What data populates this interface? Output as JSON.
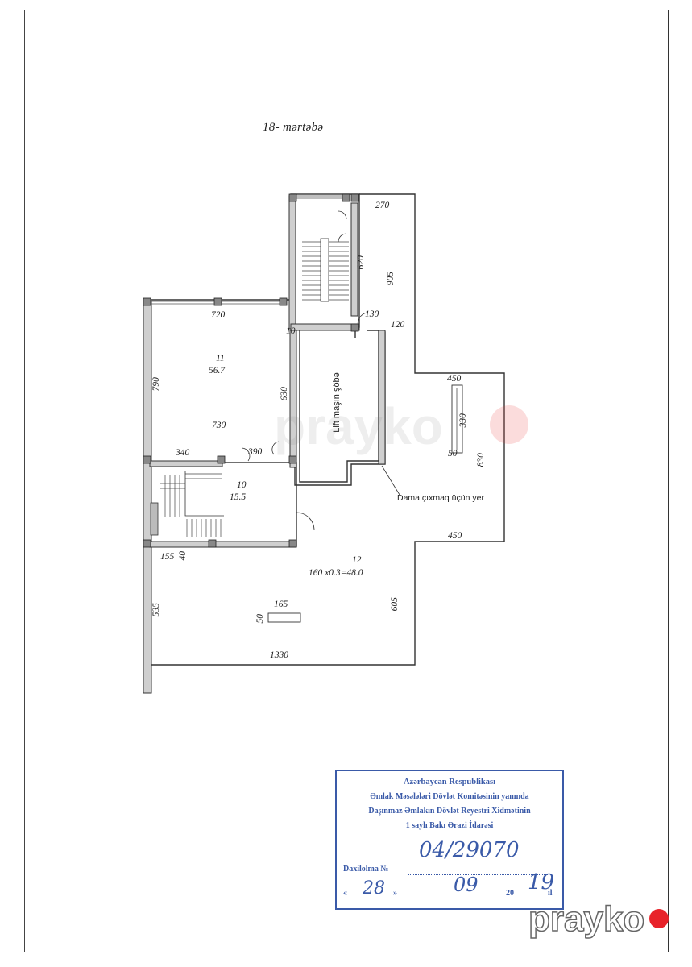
{
  "floor_title": "18- mərtəbə",
  "rooms": {
    "r11_number": "11",
    "r11_area": "56.7",
    "r10_number": "10",
    "r10_area": "15.5",
    "r12_number": "12",
    "r12_area": "160 x0.3=48.0",
    "lift": "Lift maşın şöbə"
  },
  "dims": {
    "d270": "270",
    "d905": "905",
    "d620": "620",
    "d720": "720",
    "d130": "130",
    "d120": "120",
    "d10": "10",
    "d790": "790",
    "d630": "630",
    "d730": "730",
    "d450a": "450",
    "d330": "330",
    "d50a": "50",
    "d830": "830",
    "d340": "340",
    "d390": "390",
    "d450b": "450",
    "d155": "155",
    "d40": "40",
    "d535": "535",
    "d605": "605",
    "d165": "165",
    "d50b": "50",
    "d1330": "1330"
  },
  "note": "Dama çıxmaq üçün yer",
  "stamp": {
    "line1": "Azərbaycan Respublikası",
    "line2": "Əmlak Məsələləri Dövlət Komitəsinin yanında",
    "line3": "Daşınmaz Əmlakın Dövlət Reyestri Xidmətinin",
    "line4": "1 saylı Bakı Ərazi İdarəsi",
    "reg_label": "Daxilolma №",
    "reg_number": "04/29070",
    "day": "28",
    "month": "09",
    "year_prefix": "20",
    "year_suffix": "19",
    "year_label": "il"
  },
  "watermark": "prayko"
}
